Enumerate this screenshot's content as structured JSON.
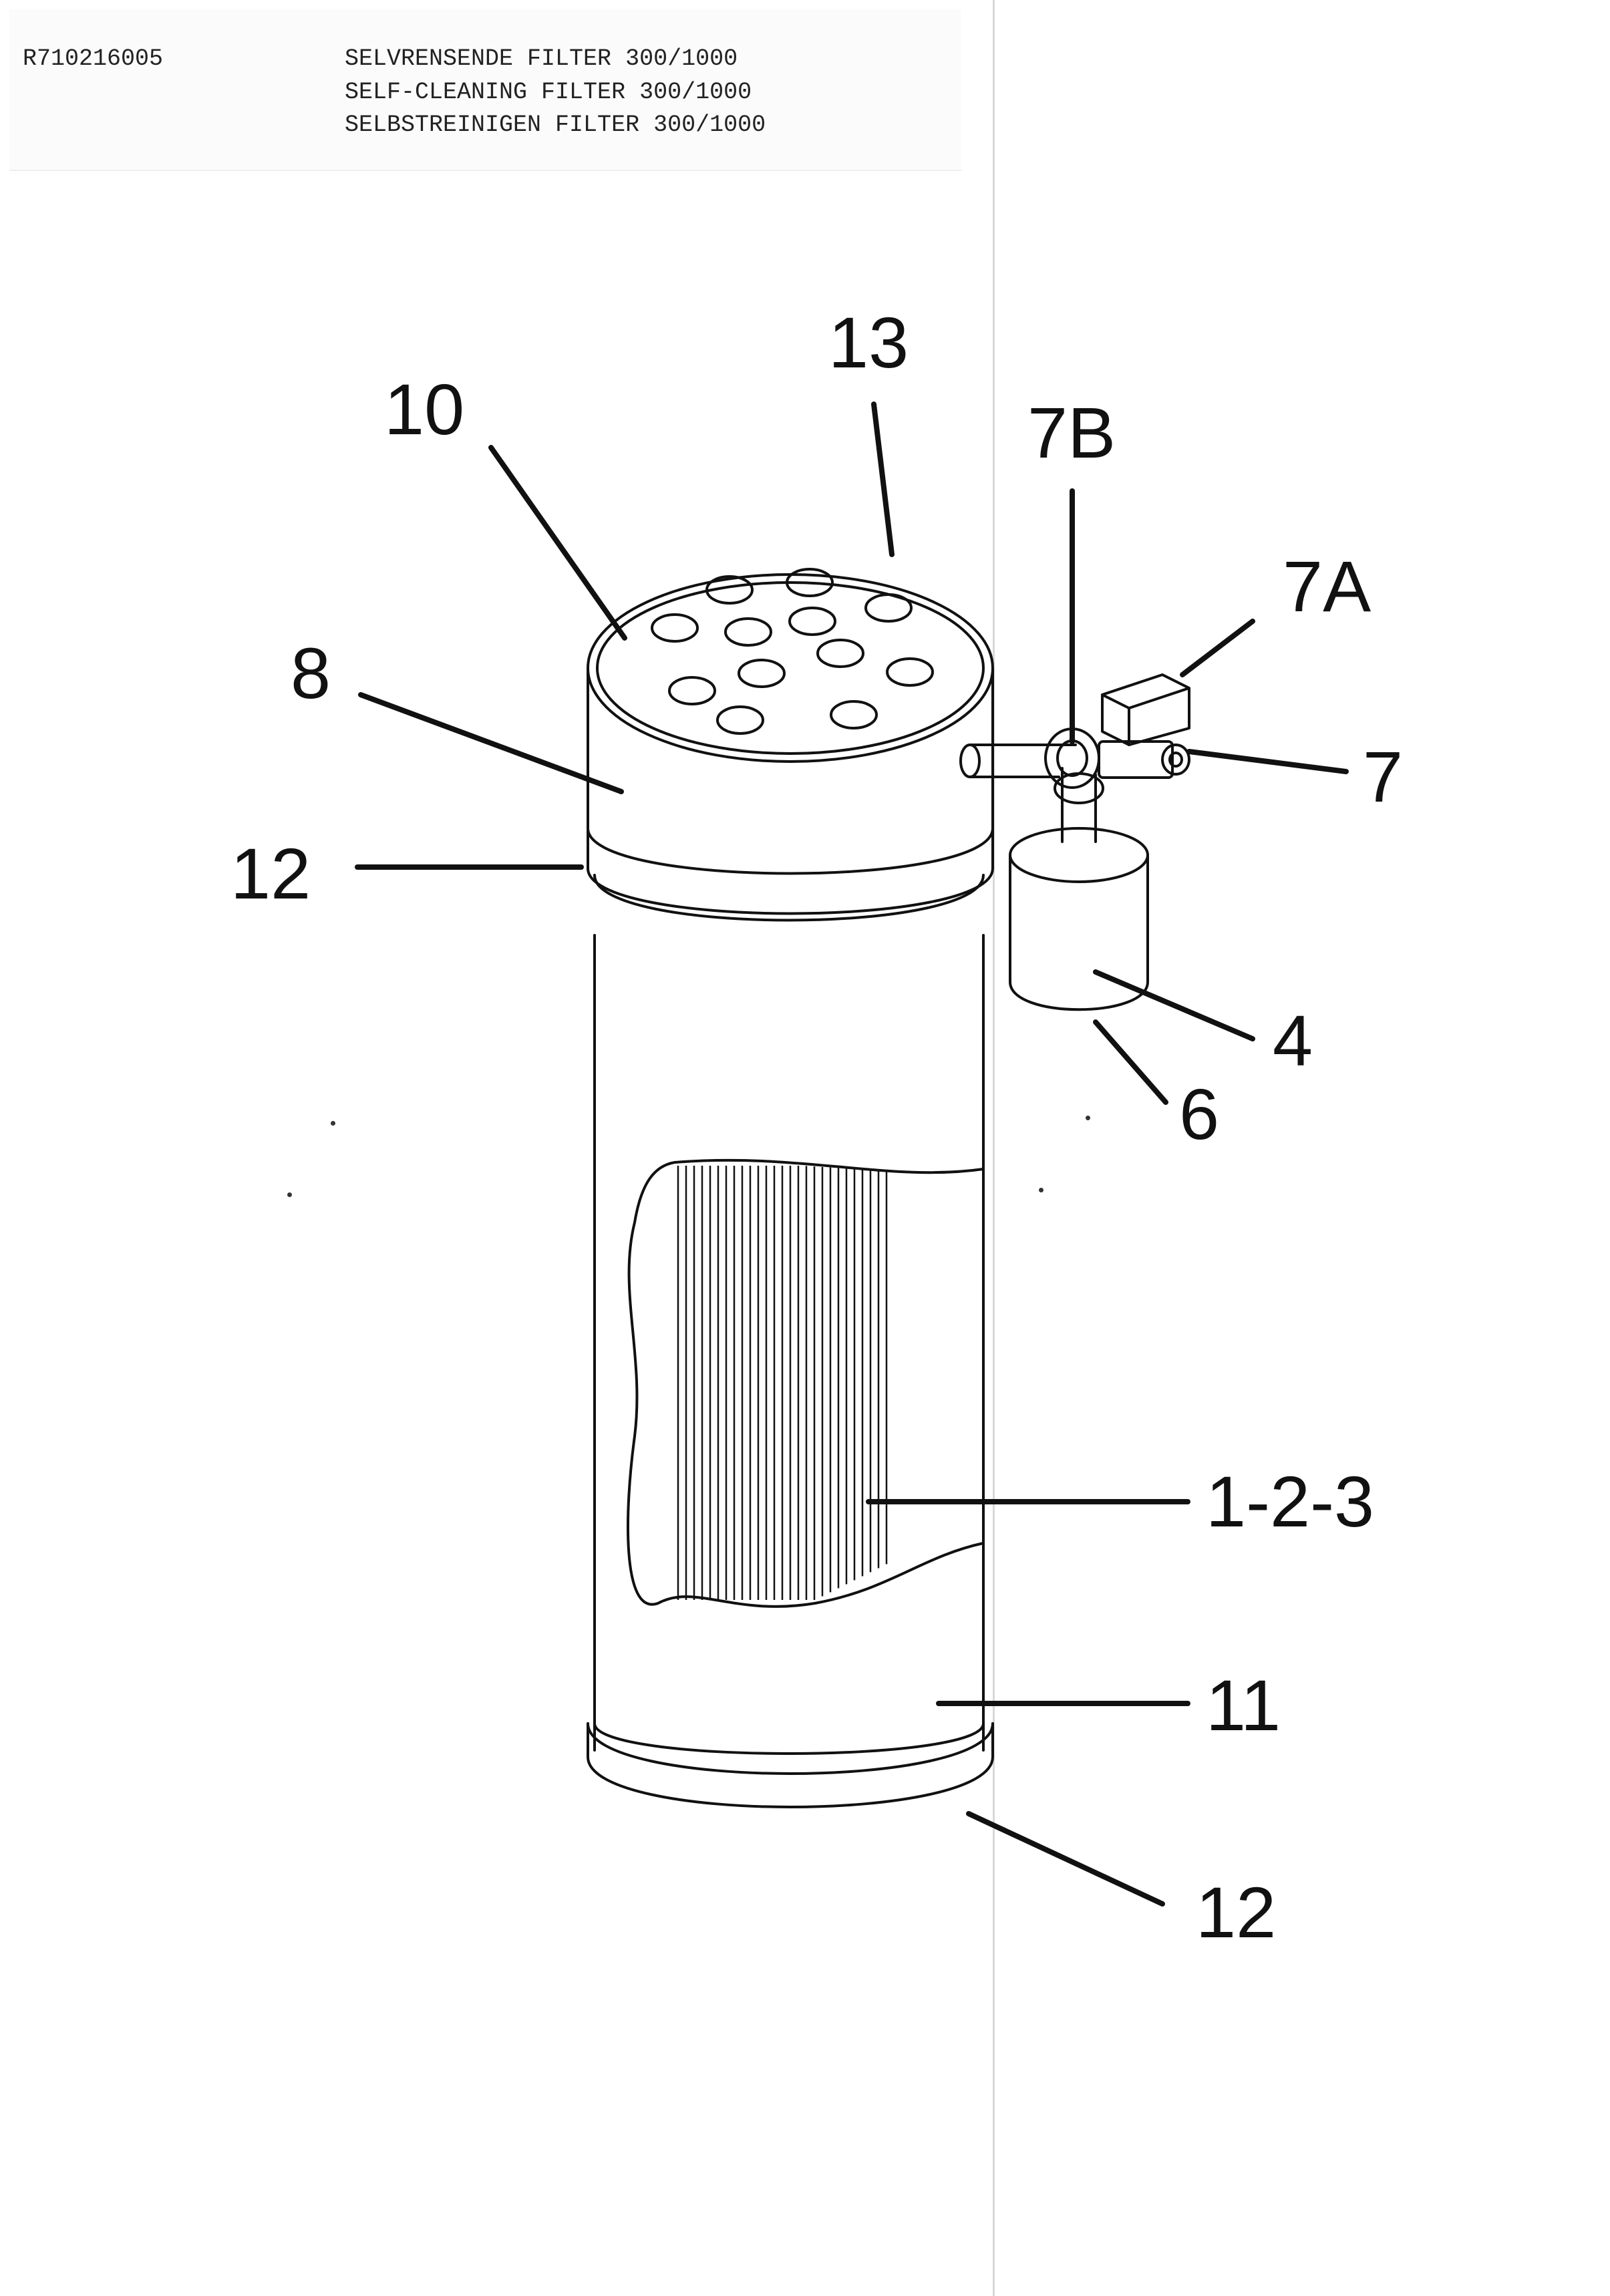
{
  "header": {
    "doc_number": "R710216005",
    "title_da": "SELVRENSENDE FILTER 300/1000",
    "title_en": "SELF-CLEANING FILTER 300/1000",
    "title_de": "SELBSTREINIGEN FILTER 300/1000"
  },
  "callouts": {
    "top_plate": "10",
    "top_rim": "13",
    "upper_housing": "8",
    "upper_ring": "12",
    "valve_stem": "7B",
    "solenoid": "7A",
    "valve": "7",
    "reservoir": "4",
    "reservoir_base": "6",
    "filter_element": "1-2-3",
    "lower_housing": "11",
    "lower_ring": "12"
  },
  "colors": {
    "line": "#111111",
    "paper": "#ffffff"
  }
}
